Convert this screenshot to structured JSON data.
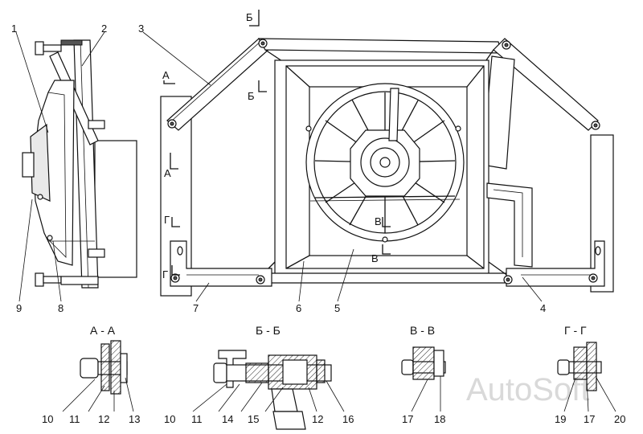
{
  "callouts": [
    "1",
    "2",
    "3",
    "4",
    "5",
    "6",
    "7",
    "8",
    "9"
  ],
  "section_marks": {
    "a_top": "А",
    "a_mid": "А",
    "b_top": "Б",
    "b_mid": "Б",
    "v_top": "В",
    "v_bot": "В",
    "g_top": "Г",
    "g_bot": "Г"
  },
  "sections": [
    {
      "title": "А - А",
      "numbers": [
        "10",
        "11",
        "12",
        "13"
      ]
    },
    {
      "title": "Б - Б",
      "numbers": [
        "10",
        "11",
        "14",
        "15",
        "12",
        "16"
      ]
    },
    {
      "title": "В - В",
      "numbers": [
        "17",
        "18"
      ]
    },
    {
      "title": "Г - Г",
      "numbers": [
        "19",
        "17",
        "20"
      ]
    }
  ],
  "watermark": "AutoSoft"
}
